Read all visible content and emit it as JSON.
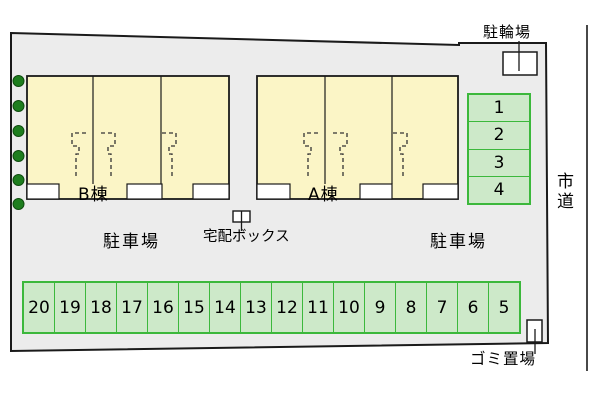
{
  "site": {
    "road_label": "市道",
    "bicycle_parking_label": "駐輪場",
    "garbage_area_label": "ゴミ置場",
    "delivery_box_label": "宅配ボックス",
    "parking_label_left": "駐車場",
    "parking_label_right": "駐車場",
    "building_b_label": "B棟",
    "building_a_label": "A棟"
  },
  "parking": {
    "right_column": [
      "1",
      "2",
      "3",
      "4"
    ],
    "bottom_row": [
      "20",
      "19",
      "18",
      "17",
      "16",
      "15",
      "14",
      "13",
      "12",
      "11",
      "10",
      "9",
      "8",
      "7",
      "6",
      "5"
    ]
  },
  "colors": {
    "site-fill": "#ECECEC",
    "line": "#1A1A1A",
    "building-fill": "#FBF5C6",
    "parking-fill": "#CDE9C9",
    "parking-border": "#3CB83C",
    "shrub-green": "#1E7E1E"
  }
}
